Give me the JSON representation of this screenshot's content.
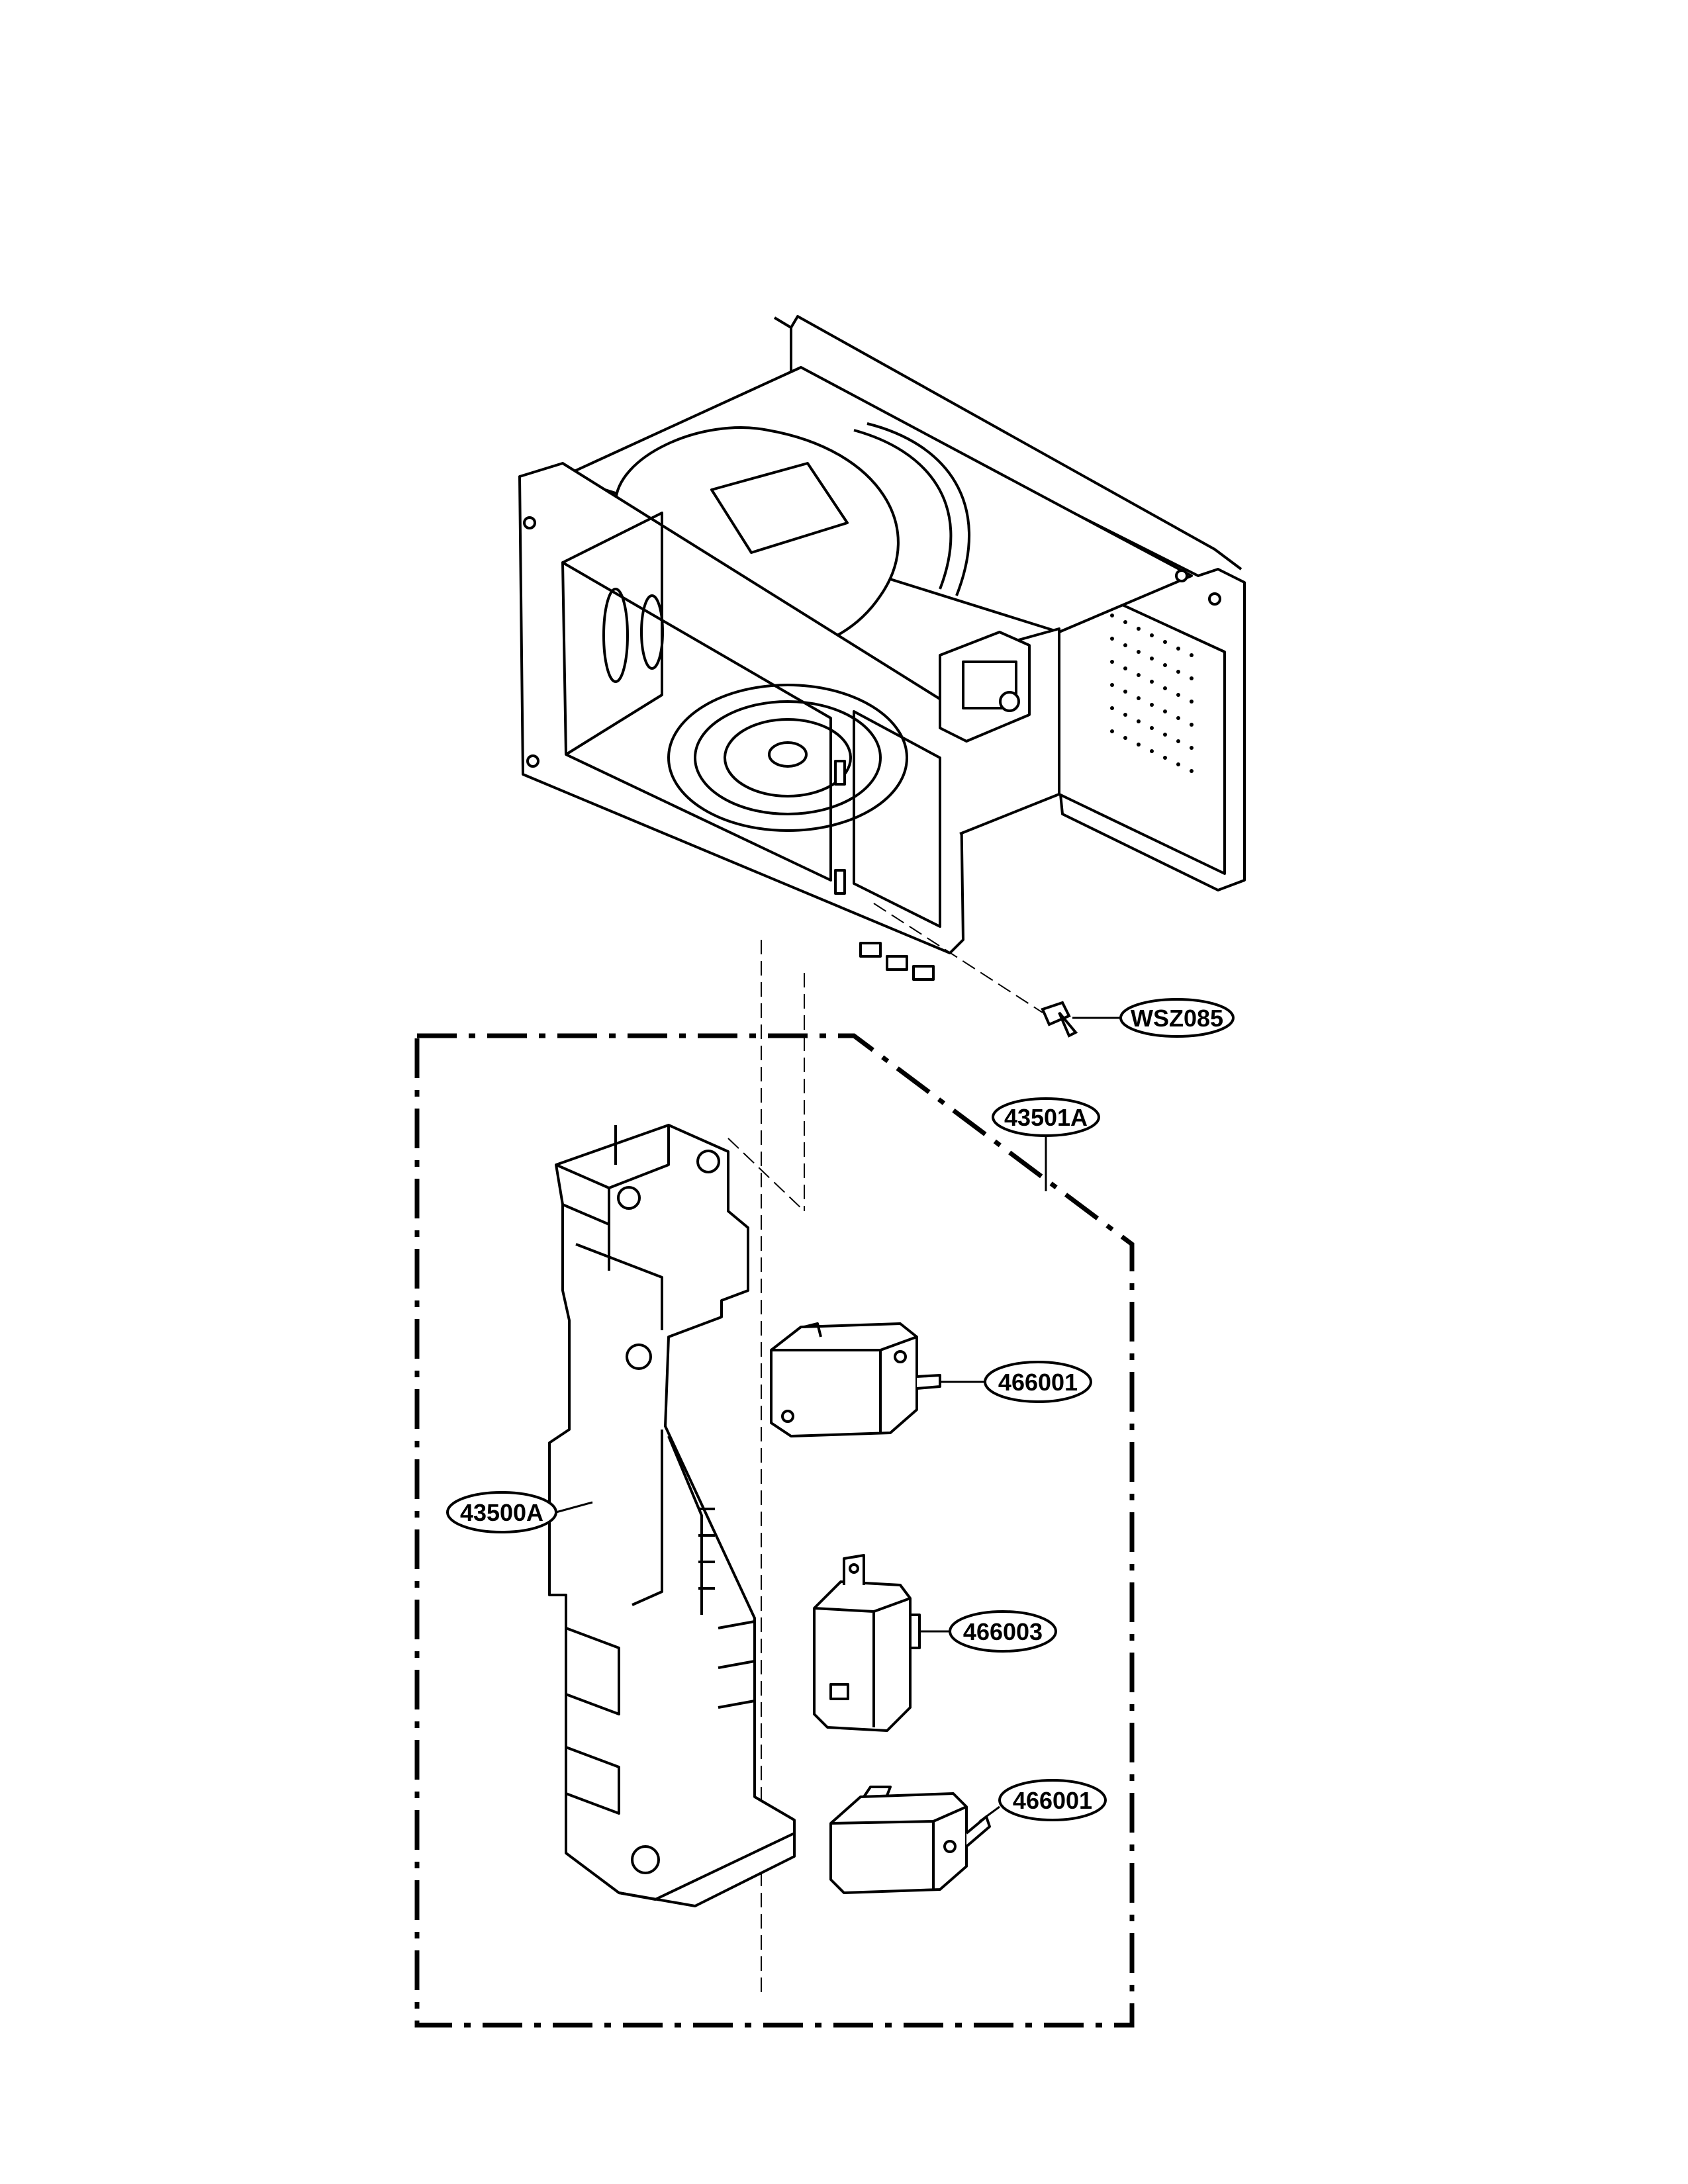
{
  "diagram": {
    "callouts": [
      {
        "id": "screw",
        "label": "WSZ085"
      },
      {
        "id": "interlock-assembly",
        "label": "43501A"
      },
      {
        "id": "switch-upper",
        "label": "466001"
      },
      {
        "id": "latch-board",
        "label": "43500A"
      },
      {
        "id": "switch-middle",
        "label": "466003"
      },
      {
        "id": "switch-lower",
        "label": "466001"
      }
    ]
  }
}
